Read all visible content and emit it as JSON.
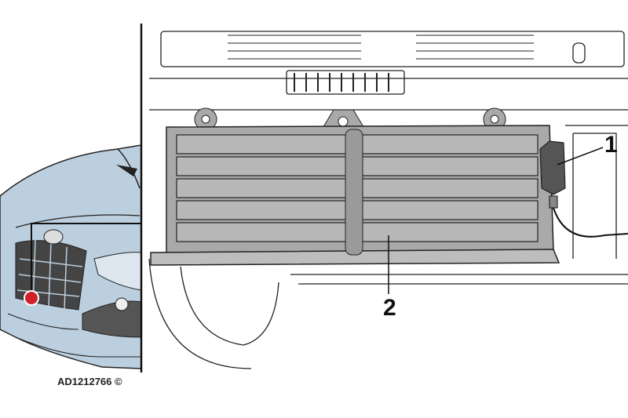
{
  "callouts": [
    {
      "number": "1",
      "part": "actuator"
    },
    {
      "number": "2",
      "part": "grille-shutter"
    }
  ],
  "reference_code": "AD1212766 ©",
  "colors": {
    "car_body": "#bccfdf",
    "shutter": "#a9a9a9",
    "shutter_dark": "#8a8a8a",
    "marker": "#d0202a",
    "line": "#111111"
  }
}
